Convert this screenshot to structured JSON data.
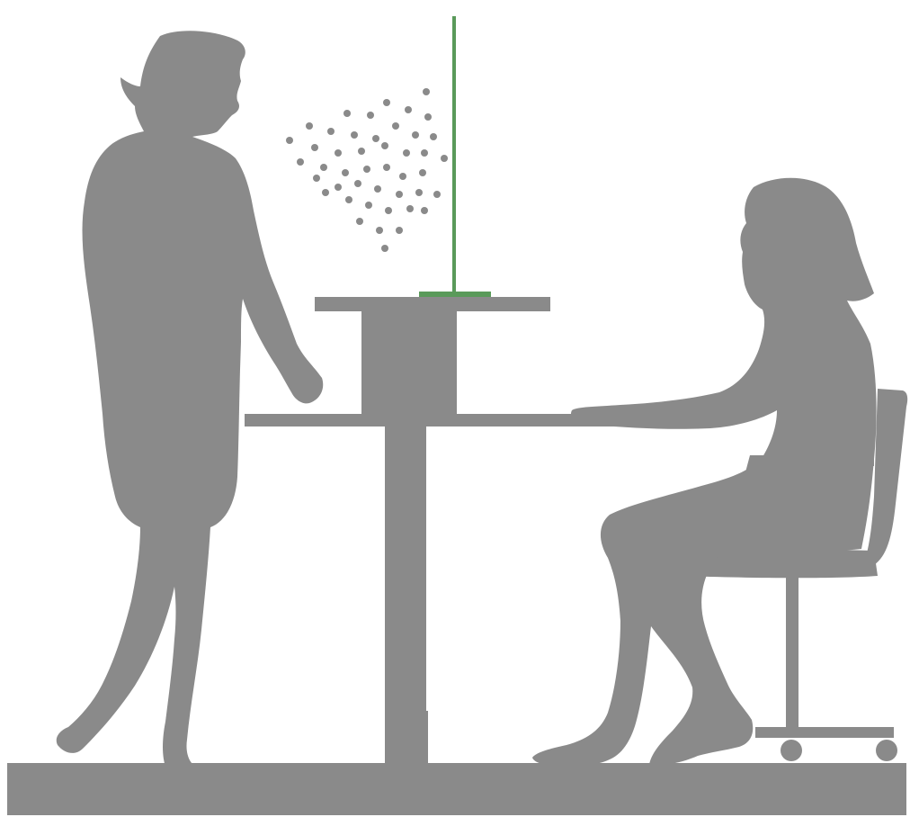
{
  "colors": {
    "background": "#ffffff",
    "silhouette": "#8a8a8a",
    "screen": "#5a9a5a",
    "particles": "#8a8a8a"
  },
  "icons": {
    "standing_person": "standing-woman-silhouette",
    "seated_person": "seated-woman-silhouette",
    "chair": "office-chair",
    "desk": "reception-desk",
    "barrier": "protective-screen",
    "aerosol": "droplet-particles"
  }
}
